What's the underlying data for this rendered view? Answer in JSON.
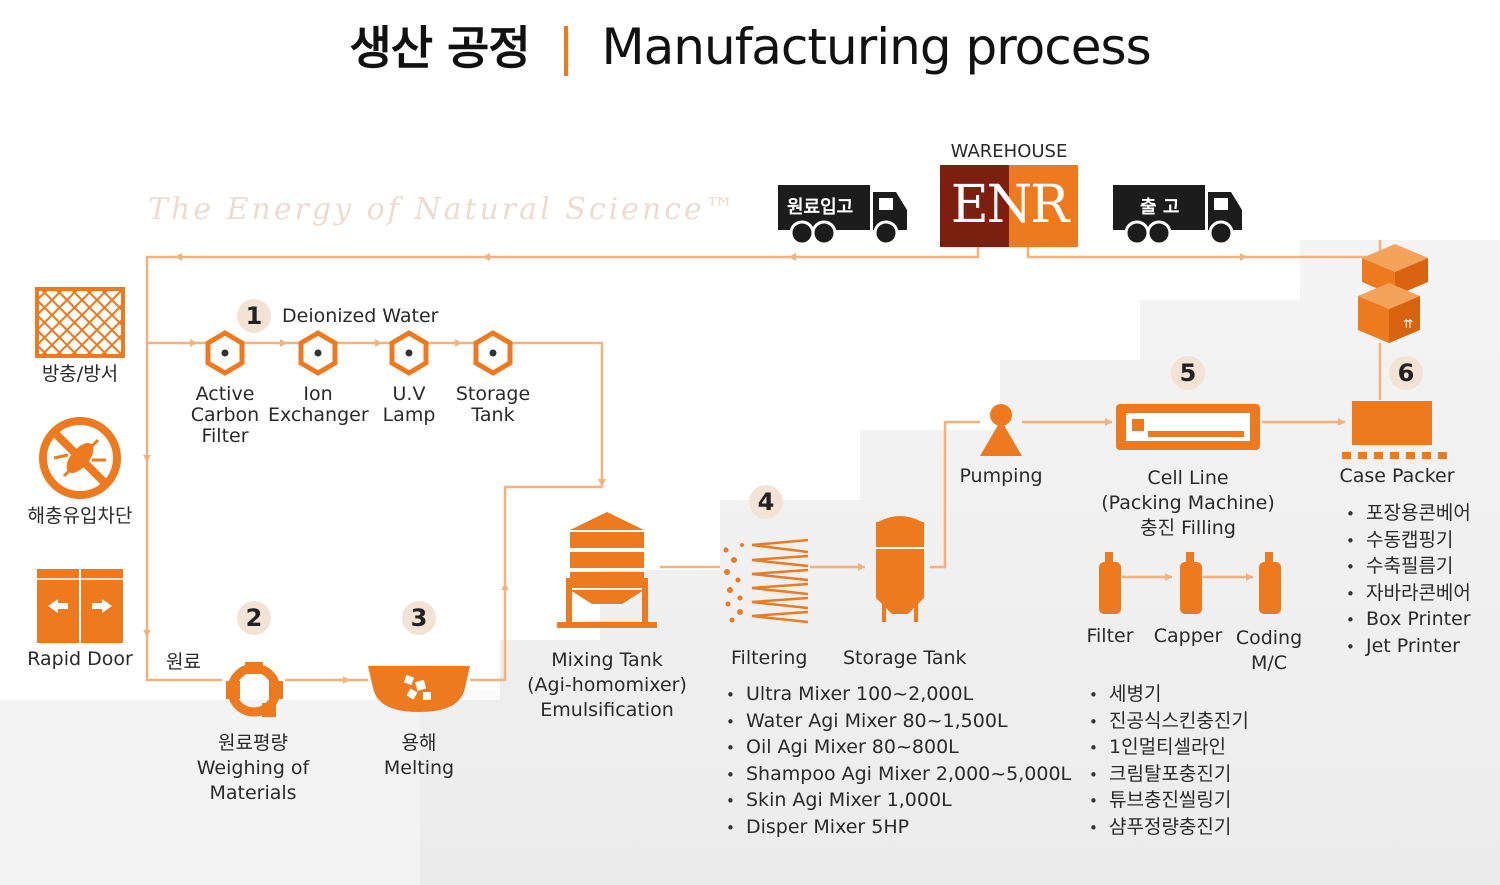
{
  "title": {
    "korean": "생산 공정",
    "separator": "|",
    "english": "Manufacturing process"
  },
  "slogan": "The Energy of Natural Science™",
  "warehouse": {
    "label": "WAREHOUSE",
    "logo": "ENR"
  },
  "trucks": {
    "inbound": "원료입고",
    "outbound": "출 고"
  },
  "facility": {
    "screen": "방충/방서",
    "pest_block": "해충유입차단",
    "rapid_door": "Rapid Door"
  },
  "steps": {
    "s1": {
      "num": "1",
      "label": "Deionized Water",
      "items": [
        {
          "line1": "Active",
          "line2": "Carbon",
          "line3": "Filter"
        },
        {
          "line1": "Ion",
          "line2": "Exchanger"
        },
        {
          "line1": "U.V",
          "line2": "Lamp"
        },
        {
          "line1": "Storage",
          "line2": "Tank"
        }
      ]
    },
    "s2": {
      "num": "2",
      "raw_label": "원료",
      "ko": "원료평량",
      "en1": "Weighing of",
      "en2": "Materials"
    },
    "s3": {
      "num": "3",
      "ko": "용해",
      "en": "Melting"
    },
    "mixing": {
      "line1": "Mixing Tank",
      "line2": "(Agi-homomixer)",
      "line3": "Emulsification"
    },
    "s4": {
      "num": "4",
      "filtering": "Filtering",
      "storage": "Storage Tank",
      "list": [
        "Ultra Mixer 100~2,000L",
        "Water Agi Mixer 80~1,500L",
        "Oil Agi Mixer 80~800L",
        "Shampoo Agi Mixer 2,000~5,000L",
        "Skin Agi Mixer 1,000L",
        "Disper Mixer 5HP"
      ]
    },
    "pumping": "Pumping",
    "s5": {
      "num": "5",
      "line1": "Cell Line",
      "line2": "(Packing Machine)",
      "line3": "충진 Filling",
      "filter": "Filter",
      "capper": "Capper",
      "coding1": "Coding",
      "coding2": "M/C",
      "list": [
        "세병기",
        "진공식스킨충진기",
        "1인멀티셀라인",
        "크림탈포충진기",
        "튜브충진씰링기",
        "샴푸정량충진기"
      ]
    },
    "s6": {
      "num": "6",
      "label": "Case Packer",
      "list": [
        "포장용콘베어",
        "수동캡핑기",
        "수축필름기",
        "자바라콘베어",
        "Box Printer",
        "Jet Printer"
      ]
    }
  },
  "colors": {
    "accent": "#ee7a1f",
    "dark": "#7d1f0e",
    "line": "#f2b27e",
    "truck": "#1c1c1c"
  }
}
